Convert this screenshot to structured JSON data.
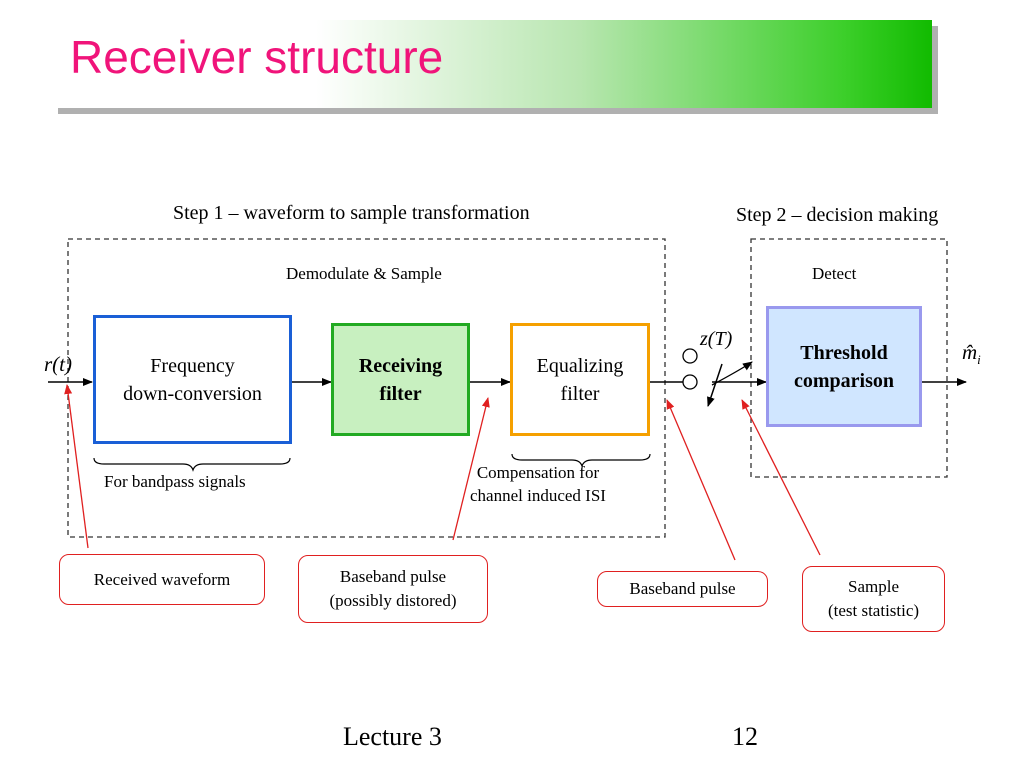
{
  "title": "Receiver structure",
  "step1": "Step 1 – waveform to sample transformation",
  "step2": "Step 2 – decision making",
  "region1_label": "Demodulate & Sample",
  "region2_label": "Detect",
  "input_signal": "r(t)",
  "output_signal": "m̂",
  "output_subscript": "i",
  "sample_signal": "z(T)",
  "blocks": {
    "freq_line1": "Frequency",
    "freq_line2": "down-conversion",
    "recv_line1": "Receiving",
    "recv_line2": "filter",
    "eq_line1": "Equalizing",
    "eq_line2": "filter",
    "thr_line1": "Threshold",
    "thr_line2": "comparison"
  },
  "brace_labels": {
    "bandpass": "For bandpass signals",
    "isi_line1": "Compensation for",
    "isi_line2": "channel induced ISI"
  },
  "callouts": {
    "received": "Received waveform",
    "baseband_dist_line1": "Baseband pulse",
    "baseband_dist_line2": "(possibly distored)",
    "baseband": "Baseband pulse",
    "sample_line1": "Sample",
    "sample_line2": "(test statistic)"
  },
  "footer": {
    "lecture": "Lecture 3",
    "page": "12"
  },
  "colors": {
    "title": "#f0147a",
    "freq_border": "#1a5fd6",
    "recv_border": "#22aa22",
    "recv_fill": "#c8f0c0",
    "eq_border": "#f5a000",
    "thr_border": "#9999ee",
    "thr_fill": "#d0e6ff",
    "callout_border": "#e02020"
  }
}
